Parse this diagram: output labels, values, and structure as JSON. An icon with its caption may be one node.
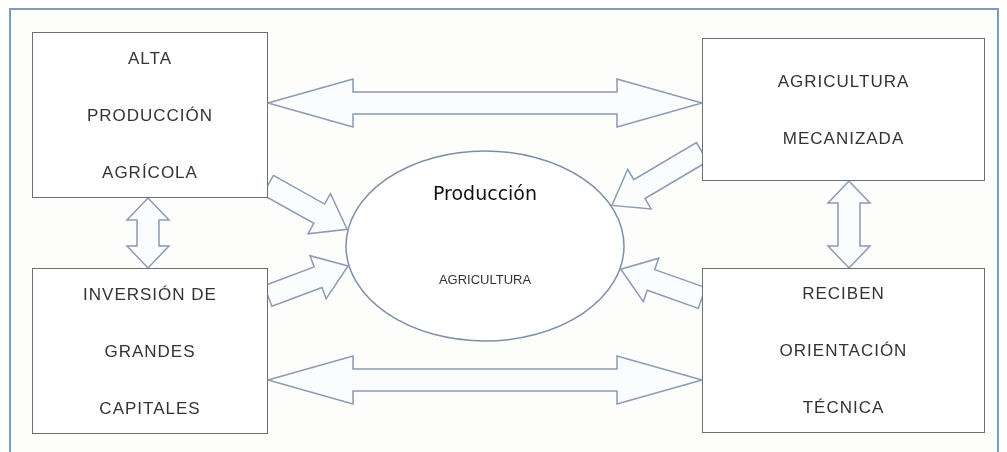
{
  "diagram": {
    "nodes": [
      {
        "text": [
          "ALTA PRODUCCIÓN AGRÍCOLA"
        ]
      },
      {
        "text": [
          "AGRICULTURA MECANIZADA"
        ]
      },
      {
        "text": [
          "Producción",
          "AGRICULTURA"
        ]
      },
      {
        "text": [
          "INVERSIÓN DE GRANDES CAPITALES"
        ]
      },
      {
        "text": [
          "RECIBEN ORIENTACIÓN TÉCNICA"
        ]
      }
    ],
    "edges": [
      {
        "from": 0,
        "to": 1,
        "arrow": "both"
      },
      {
        "from": 0,
        "to": 3,
        "arrow": "both"
      },
      {
        "from": 1,
        "to": 4,
        "arrow": "both"
      },
      {
        "from": 3,
        "to": 4,
        "arrow": "both"
      },
      {
        "from": 0,
        "to": 2,
        "arrow": "to"
      },
      {
        "from": 3,
        "to": 2,
        "arrow": "to"
      },
      {
        "from": 1,
        "to": 2,
        "arrow": "to"
      },
      {
        "from": 4,
        "to": 2,
        "arrow": "to"
      }
    ]
  }
}
